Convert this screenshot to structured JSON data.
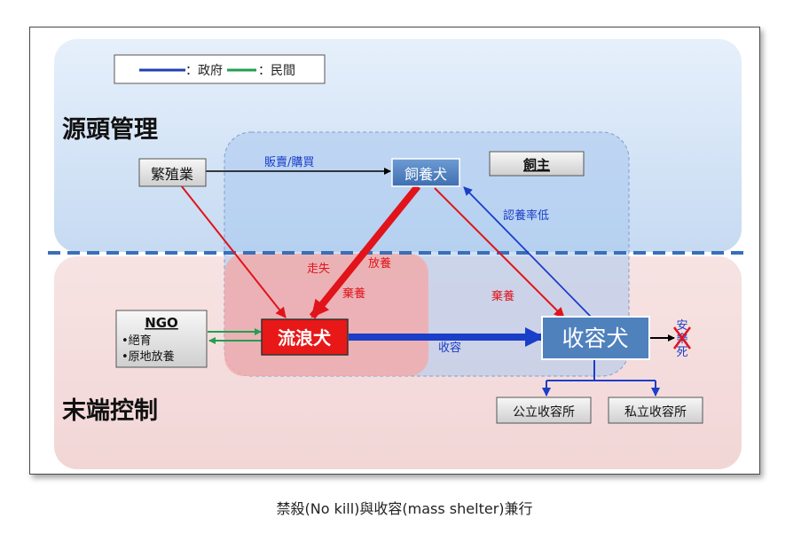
{
  "legend": {
    "gov_label": "：政府",
    "civ_label": "：民間",
    "gov_color": "#1f3fb0",
    "civ_color": "#20a050"
  },
  "sections": {
    "source": "源頭管理",
    "end": "末端控制"
  },
  "nodes": {
    "breeder": "繁殖業",
    "pet": "飼養犬",
    "owner": "飼主",
    "stray": "流浪犬",
    "shelter": "收容犬",
    "ngo_title": "NGO",
    "ngo_item1": "•絕育",
    "ngo_item2": "•原地放養",
    "public_shelter": "公立收容所",
    "private_shelter": "私立收容所"
  },
  "edges": {
    "trade": "販賣/購買",
    "lost": "走失",
    "release": "放養",
    "abandon1": "棄養",
    "abandon2": "棄養",
    "adopt_low": "認養率低",
    "capture": "收容"
  },
  "outcome": {
    "c1": "安",
    "c2": "樂",
    "c3": "死"
  },
  "caption": "禁殺(No kill)與收容(mass shelter)兼行",
  "colors": {
    "red": "#e0141a",
    "blue": "#1a3ec8",
    "shelter_fill": "#4f81bd"
  }
}
